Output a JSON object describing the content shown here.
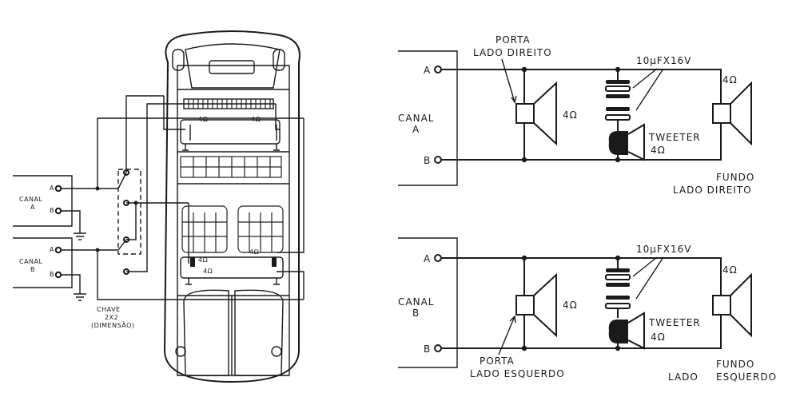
{
  "car": {
    "canal_a": {
      "line1": "CANAL",
      "line2": "A",
      "term_a": "A",
      "term_b": "B"
    },
    "canal_b": {
      "line1": "CANAL",
      "line2": "B",
      "term_a": "A",
      "term_b": "B"
    },
    "switch": {
      "line1": "CHAVE",
      "line2": "2X2",
      "line3": "(DIMENSÃO)"
    },
    "speaker_labels": [
      "4Ω",
      "4Ω",
      "4Ω",
      "4Ω",
      "4Ω"
    ]
  },
  "top_circuit": {
    "channel": {
      "line1": "CANAL",
      "line2": "A"
    },
    "term_a": "A",
    "term_b": "B",
    "door": {
      "line1": "PORTA",
      "line2": "LADO DIREITO",
      "impedance": "4Ω"
    },
    "capacitor": "10µFX16V",
    "tweeter": {
      "label": "TWEETER",
      "impedance": "4Ω"
    },
    "rear": {
      "impedance": "4Ω",
      "line1": "FUNDO",
      "line2": "LADO DIREITO"
    }
  },
  "bottom_circuit": {
    "channel": {
      "line1": "CANAL",
      "line2": "B"
    },
    "term_a": "A",
    "term_b": "B",
    "door": {
      "line1": "PORTA",
      "line2": "LADO ESQUERDO",
      "impedance": "4Ω"
    },
    "capacitor": "10µFX16V",
    "tweeter": {
      "label": "TWEETER",
      "impedance": "4Ω"
    },
    "rear": {
      "impedance": "4Ω",
      "line1": "FUNDO",
      "line2": "LADO ESQUERDO"
    }
  }
}
